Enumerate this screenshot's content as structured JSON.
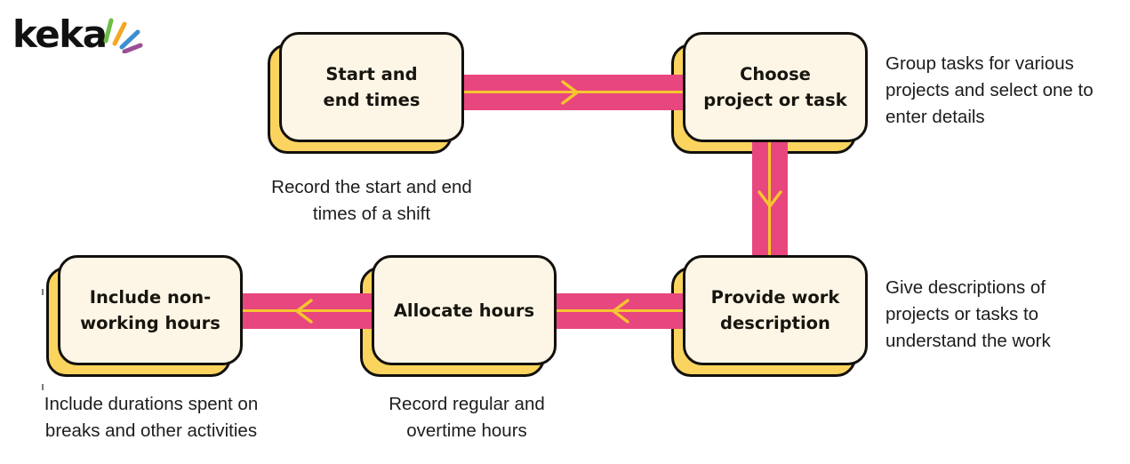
{
  "brand": {
    "name": "keka",
    "ray_colors": [
      "#6DBE45",
      "#F5A623",
      "#3C8FD0",
      "#9B4F96"
    ]
  },
  "theme": {
    "box_fill": "#FDF6E6",
    "box_shadow": "#FBD45F",
    "box_border": "#12100c",
    "arrow_bar": "#E8467E",
    "arrow_accent": "#F6C62F",
    "text": "#17150f",
    "caption_text": "#1d1d1d",
    "background": "#ffffff"
  },
  "diagram": {
    "type": "flowchart",
    "nodes": [
      {
        "id": "start-end-times",
        "label": "Start and\nend times"
      },
      {
        "id": "choose-project",
        "label": "Choose\nproject or task"
      },
      {
        "id": "provide-work-desc",
        "label": "Provide work\ndescription"
      },
      {
        "id": "allocate-hours",
        "label": "Allocate hours"
      },
      {
        "id": "include-nonworking",
        "label": "Include non-\nworking hours"
      }
    ],
    "captions": [
      {
        "id": "caption-start-end-times",
        "text": "Record the start and end\ntimes of a shift"
      },
      {
        "id": "caption-choose-project",
        "text": "Group tasks for various\nprojects and select one to\nenter details"
      },
      {
        "id": "caption-provide-work-desc",
        "text": "Give descriptions of\nprojects or tasks to\nunderstand the work"
      },
      {
        "id": "caption-allocate-hours",
        "text": "Record regular and\novertime hours"
      },
      {
        "id": "caption-include-nonworking",
        "text": "Include durations spent on\nbreaks and other activities"
      }
    ],
    "connectors": [
      {
        "id": "arrow-start-to-choose",
        "direction": "right"
      },
      {
        "id": "arrow-choose-to-provide",
        "direction": "down"
      },
      {
        "id": "arrow-provide-to-allocate",
        "direction": "left"
      },
      {
        "id": "arrow-allocate-to-include",
        "direction": "left"
      }
    ]
  }
}
